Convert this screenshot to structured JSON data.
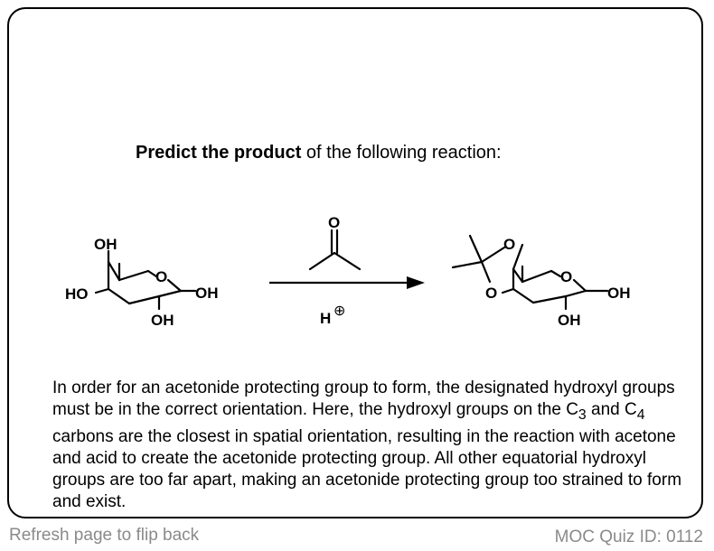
{
  "question": {
    "bold": "Predict the product",
    "rest": " of the following reaction:"
  },
  "reactant": {
    "oh_top": "OH",
    "ho_left": "HO",
    "ring_o": "O",
    "oh_right": "OH",
    "oh_bottom": "OH"
  },
  "reagents": {
    "acetone_o": "O",
    "acid_h": "H",
    "acid_charge": "⊕"
  },
  "product": {
    "o_top": "O",
    "o_left": "O",
    "ring_o": "O",
    "oh_right": "OH",
    "oh_bottom": "OH"
  },
  "explanation": {
    "part1": "In order for an acetonide protecting group to form, the designated hydroxyl groups must be in the correct orientation.  Here, the hydroxyl groups on the C",
    "sub1": "3",
    "part2": " and C",
    "sub2": "4",
    "part3": " carbons are the closest in spatial orientation, resulting in the reaction with acetone and acid to create the acetonide protecting group.  All other equatorial hydroxyl groups are too far apart, making an acetonide protecting group too strained to form and exist."
  },
  "footer": {
    "refresh": "Refresh page to flip back",
    "quiz_id": "MOC Quiz ID: 0112"
  }
}
